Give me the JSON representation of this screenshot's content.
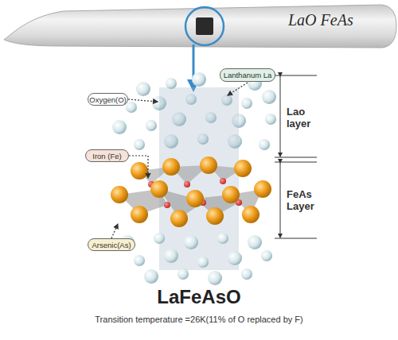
{
  "diagram": {
    "title": "LaFeAsO",
    "caption": "Transition temperature =26K(11% of O replaced by F)",
    "nodes": [
      {
        "text": [
          "Lanthanum La"
        ]
      },
      {
        "text": [
          "Oxygen(O)"
        ]
      },
      {
        "text": [
          "Iron (Fe)"
        ]
      },
      {
        "text": [
          "Arsenic(As)"
        ]
      }
    ],
    "labels": [
      "LaO FeAs",
      "Lao layer",
      "FeAs Layer"
    ]
  }
}
